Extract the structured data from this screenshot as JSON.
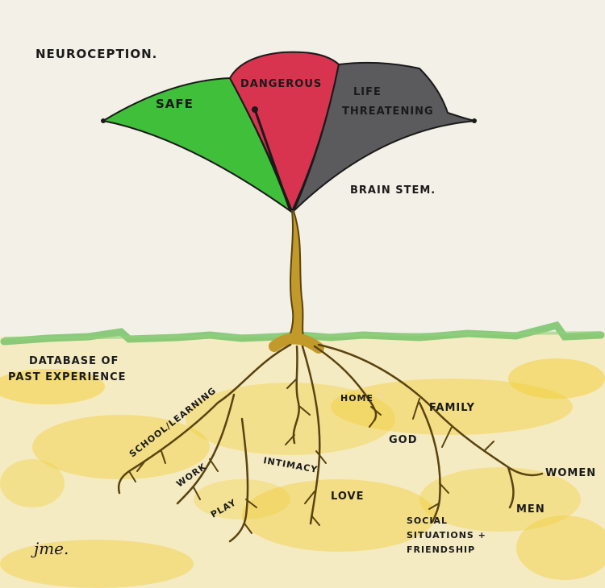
{
  "title": "NEUROCEPTION.",
  "states": {
    "safe": {
      "label": "SAFE",
      "color": "#3fbf3a"
    },
    "dangerous": {
      "label": "DANGEROUS",
      "color": "#d9344f"
    },
    "life_threatening": {
      "line1": "LIFE",
      "line2": "THREATENING",
      "color": "#5b5a5d"
    }
  },
  "brain_stem_label": "BRAIN STEM.",
  "database": {
    "line1": "DATABASE OF",
    "line2": "PAST EXPERIENCE"
  },
  "roots": {
    "school_learning": "SCHOOL/LEARNING",
    "work": "WORK",
    "play": "PLAY",
    "intimacy": "INTIMACY",
    "love": "LOVE",
    "home": "HOME",
    "god": "GOD",
    "family": "FAMILY",
    "social_line1": "SOCIAL",
    "social_line2": "SITUATIONS +",
    "social_line3": "FRIENDSHIP",
    "women": "WOMEN",
    "men": "MEN"
  },
  "signature": "jme.",
  "colors": {
    "paper": "#f3f0e7",
    "soil": "#f1cf3c",
    "grass": "#6fc063",
    "root": "#5a4310"
  }
}
